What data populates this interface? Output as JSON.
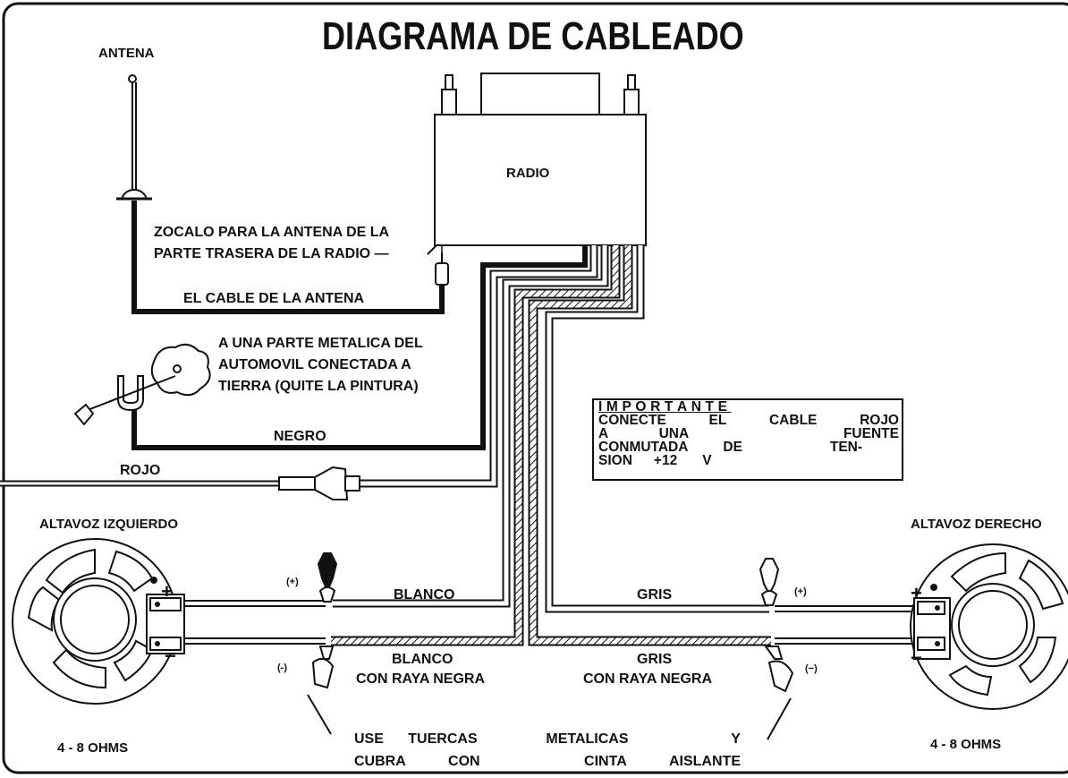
{
  "title": "DIAGRAMA DE CABLEADO",
  "labels": {
    "antenna": "ANTENA",
    "radio": "RADIO",
    "socket_line1": "ZOCALO PARA LA ANTENA DE LA",
    "socket_line2": "PARTE TRASERA DE LA RADIO —",
    "antenna_cable": "EL CABLE DE LA ANTENA",
    "ground_line1": "A UNA PARTE METALICA DEL",
    "ground_line2": "AUTOMOVIL CONECTADA A",
    "ground_line3": "TIERRA (QUITE LA PINTURA)",
    "black": "NEGRO",
    "red": "ROJO",
    "left_speaker": "ALTAVOZ IZQUIERDO",
    "right_speaker": "ALTAVOZ DERECHO",
    "white": "BLANCO",
    "white_black1": "BLANCO",
    "white_black2": "CON RAYA NEGRA",
    "gray": "GRIS",
    "gray_black1": "GRIS",
    "gray_black2": "CON RAYA NEGRA",
    "plus_left": "(+)",
    "minus_left": "(-)",
    "plus_right": "(+)",
    "minus_right": "(−)",
    "ohms_left": "4 - 8 OHMS",
    "ohms_right": "4 - 8 OHMS",
    "plus_sign": "+",
    "minus_sign": "−"
  },
  "important": {
    "heading": [
      "I",
      "M",
      "P",
      "O",
      "R",
      "T",
      "A",
      "N",
      "T",
      "E"
    ],
    "lines": [
      [
        "CONECTE",
        "EL",
        "CABLE",
        "ROJO"
      ],
      [
        "A",
        "UNA",
        "FUENTE"
      ],
      [
        "CONMUTADA",
        "DE",
        "TEN-"
      ],
      [
        "SION",
        "+12",
        "V"
      ]
    ]
  },
  "footer": {
    "line1": [
      "USE",
      "TUERCAS",
      "METALICAS",
      "Y"
    ],
    "line2": [
      "CUBRA",
      "CON",
      "CINTA",
      "AISLANTE"
    ]
  }
}
